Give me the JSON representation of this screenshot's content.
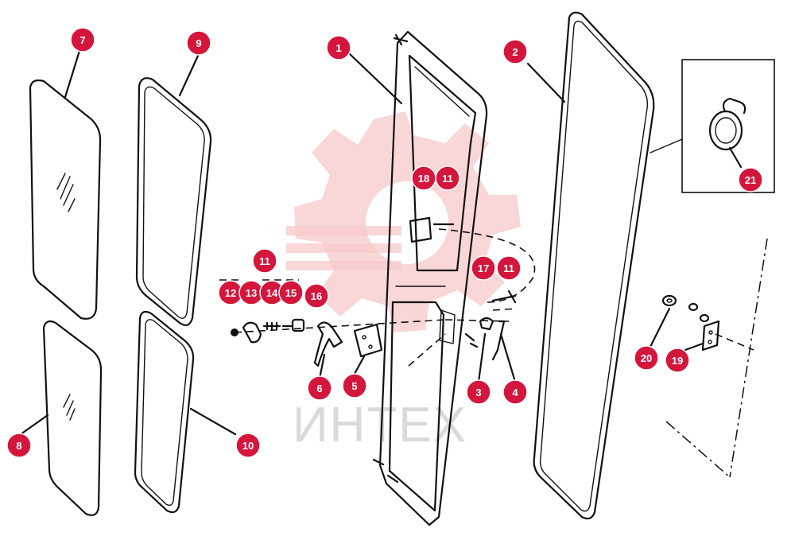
{
  "colors": {
    "callout_fill": "#d4163c",
    "callout_text": "#ffffff",
    "line": "#111111",
    "watermark": "#f5c6c6"
  },
  "watermark": {
    "logo": "gear-emblem",
    "text": "ИНТЕХ"
  },
  "callouts": {
    "c1": "1",
    "c2": "2",
    "c3": "3",
    "c4": "4",
    "c5": "5",
    "c6": "6",
    "c7": "7",
    "c8": "8",
    "c9": "9",
    "c10": "10",
    "c11a": "11",
    "c11b": "11",
    "c11c": "11",
    "c12": "12",
    "c13": "13",
    "c14": "14",
    "c15": "15",
    "c16": "16",
    "c17": "17",
    "c18": "18",
    "c19": "19",
    "c20": "20",
    "c21": "21"
  }
}
